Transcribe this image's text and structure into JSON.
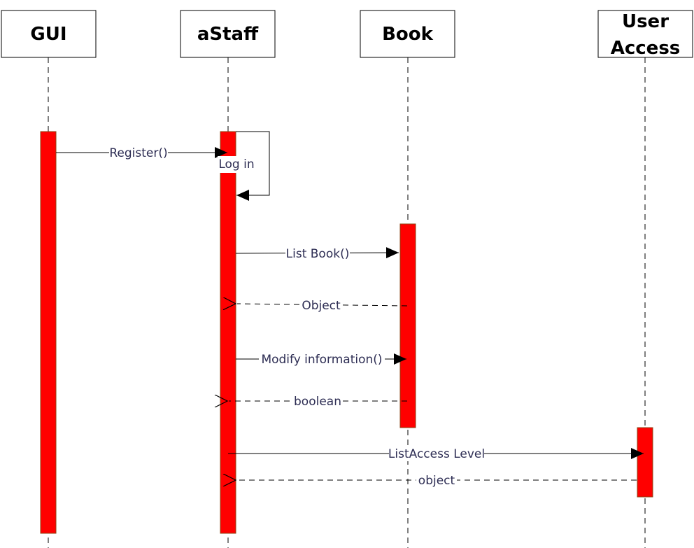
{
  "participants": [
    {
      "id": "gui",
      "name": "GUI"
    },
    {
      "id": "astaff",
      "name": "aStaff"
    },
    {
      "id": "book",
      "name": "Book"
    },
    {
      "id": "useraccess",
      "name_line1": "User",
      "name_line2": "Access"
    }
  ],
  "messages": {
    "register": "Register()",
    "login": "Log in",
    "list_book": "List Book()",
    "object_return": "Object",
    "modify_information": "Modify information()",
    "boolean_return": "boolean",
    "list_access_level": "ListAccess Level",
    "object_return_2": "object"
  },
  "colors": {
    "activation": "#ff0000",
    "activation_border": "#8b4513",
    "line": "#000000",
    "label_text": "#2e2e54"
  }
}
